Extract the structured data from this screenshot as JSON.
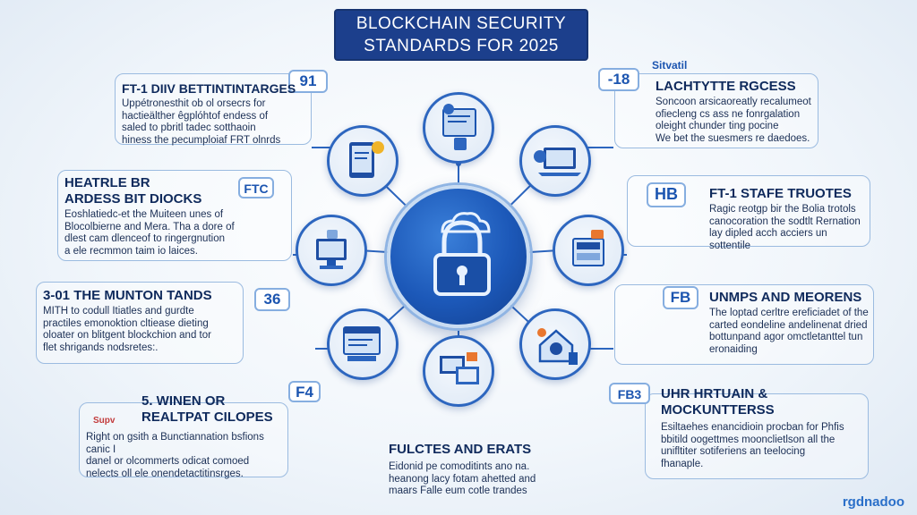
{
  "title": {
    "line1": "BLOCKCHAIN SECURITY",
    "line2": "STANDARDS FOR 2025"
  },
  "sections": [
    {
      "id": "s1",
      "badge": "91",
      "heading": "FT-1 DIIV BETTINTINTARGES",
      "lines": [
        "Uppétronesthit ob ol orsecrs for",
        "hactieälther êgplóhtof endess of",
        "saled to pbritl tadec sotthaoin",
        "hiness the pecumploiaf FRT olnrds"
      ]
    },
    {
      "id": "s2",
      "badge": "FTC",
      "heading": "HEATRLE BR\nARDESS BIT DIOCKS",
      "lines": [
        "Eoshlatiedc-et the Muiteen unes of",
        "Blocolbierne and Mera. Tha a dore of",
        "dlest cam dlenceof to ringergnution",
        "a ele recmmon taim io laices."
      ]
    },
    {
      "id": "s3",
      "badge": "36",
      "heading": "3-01 THE MUNTON TANDS",
      "lines": [
        "MITH to codull Itiatles and gurdte",
        "practiles emonoktion cltiease dieting",
        "oloater on blitgent blockchion and tor",
        "flet shrigands nodsretes:."
      ]
    },
    {
      "id": "s4",
      "badge": "F4",
      "heading": "5. WINEN OR\nREALTPAT CILOPES",
      "lines": [
        "Right on gsith a Bunctiannation bsfions canic I",
        "danel or olcommerts odicat comoed",
        "nelects oll ele onendetactitinsrges."
      ]
    },
    {
      "id": "s5",
      "badge": "",
      "heading": "FULCTES AND ERATS",
      "lines": [
        "Eidonid pe comoditints ano na.",
        "heanong lacy fotam ahetted and",
        "maars Falle eum cotle trandes"
      ]
    },
    {
      "id": "s6",
      "badge": "FB3",
      "heading": "UHR HRTUAIN &\nMOCKUNTTERSS",
      "lines": [
        "Esiltaehes enancidioin procban for Phfis",
        "bbitild oogettmes moonclietlson all the",
        "unifltiter sotiferiens an teelocing",
        "fhanaple."
      ]
    },
    {
      "id": "s7",
      "badge": "FB",
      "heading": "UNMPS AND MEORENS",
      "lines": [
        "The loptad cerltre ereficiadet of the",
        "carted eondeline andelinenat dried",
        "bottunpand agor omctletanttel tun",
        "eronaiding"
      ]
    },
    {
      "id": "s8",
      "badge": "HB",
      "heading": "FT-1 STAFE TRUOTES",
      "lines": [
        "Ragic reotgp bir the Bolia trotols",
        "canocoration the sodtlt Rernation",
        "lay dipled acch acciers un sottentile"
      ]
    },
    {
      "id": "s9",
      "badge": "-18",
      "heading": "LACHTYTTE RGCESS",
      "lines": [
        "Soncoon arsicaoreatly recalumeot",
        "ofiecleng cs ass ne fonrgalation",
        "oleight chunder ting pocine",
        "We bet the suesmers re daedoes."
      ]
    }
  ],
  "tags": {
    "top_right": "Sitvatil",
    "bottom_left": "Supv"
  },
  "watermark": "rgdnadoo",
  "colors": {
    "primary": "#1c3f8c",
    "accent": "#2d66bf",
    "hub": "#1c58b8",
    "card_border": "#9bbbe0"
  },
  "icons": [
    "padlock-cloud-icon",
    "document-icon",
    "monitor-icon",
    "laptop-icon",
    "server-icon",
    "browser-window-icon",
    "house-security-icon",
    "screens-icon"
  ]
}
